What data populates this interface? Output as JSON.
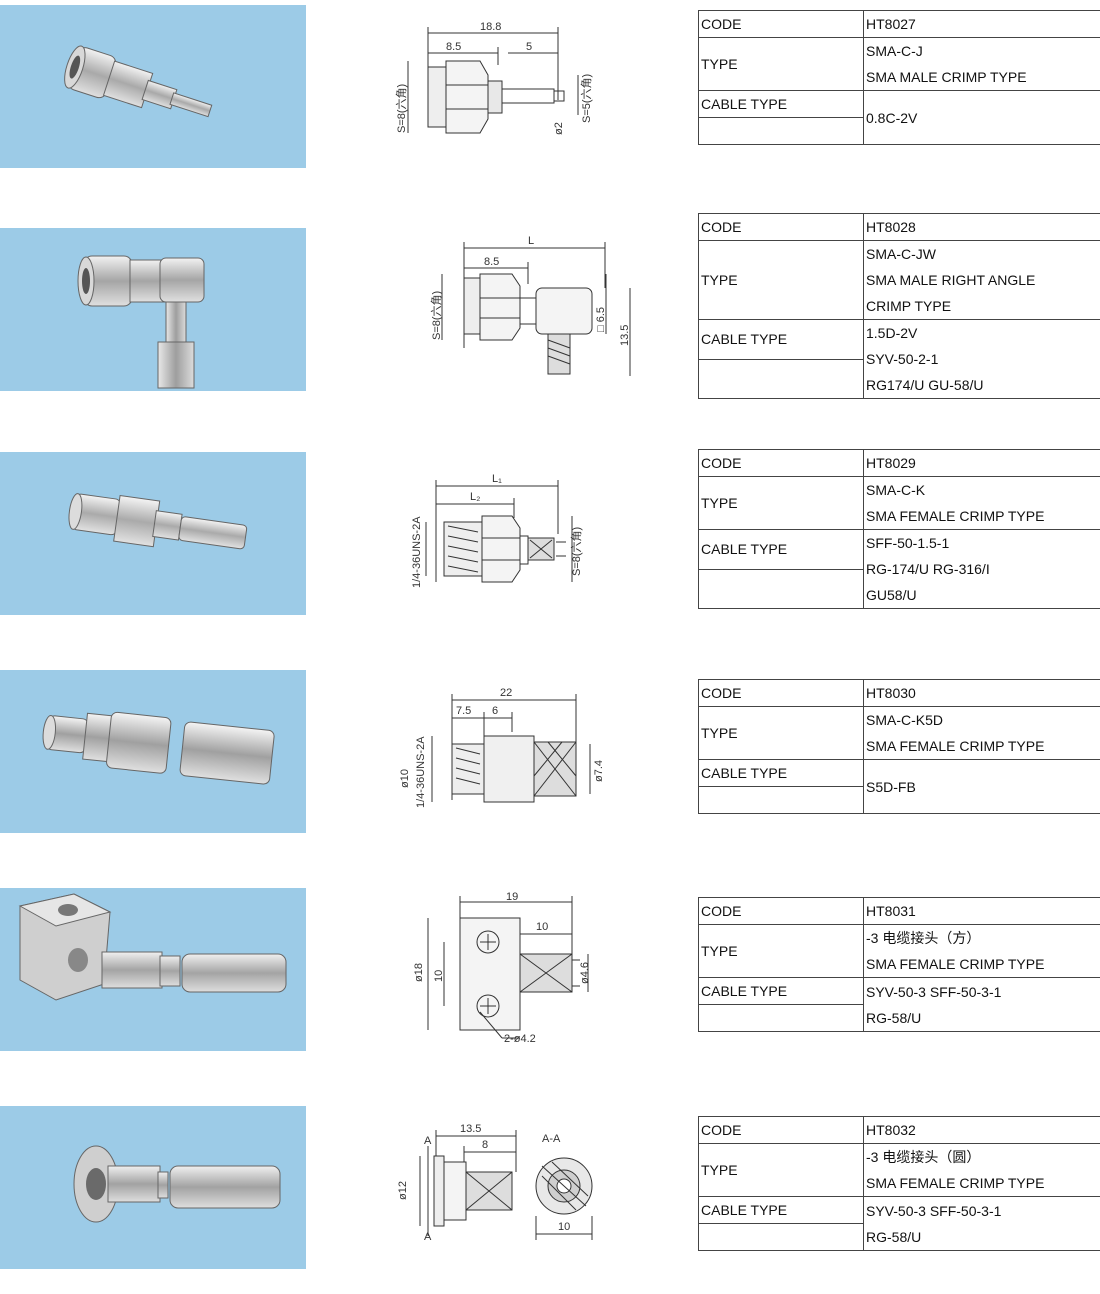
{
  "labels": {
    "code": "CODE",
    "type": "TYPE",
    "cable_type": "CABLE TYPE"
  },
  "colors": {
    "photo_bg": "#9ccbe7",
    "metal": "#c8c8c8",
    "line": "#333333"
  },
  "products": [
    {
      "code": "HT8027",
      "type": [
        "SMA-C-J",
        "SMA MALE CRIMP TYPE"
      ],
      "cable": [
        "0.8C-2V"
      ],
      "dims": {
        "d1": "18.8",
        "d2": "8.5",
        "d3": "5",
        "d4": "S=8(六角)",
        "d5": "S=5(六角)",
        "d6": "ø2"
      }
    },
    {
      "code": "HT8028",
      "type": [
        "SMA-C-JW",
        "SMA MALE RIGHT ANGLE",
        "CRIMP TYPE"
      ],
      "cable": [
        "1.5D-2V",
        "SYV-50-2-1",
        "RG174/U GU-58/U"
      ],
      "dims": {
        "d1": "L",
        "d2": "8.5",
        "d3": "S=8(六角)",
        "d4": "□ 6.5",
        "d5": "13.5"
      }
    },
    {
      "code": "HT8029",
      "type": [
        "SMA-C-K",
        "SMA FEMALE CRIMP TYPE"
      ],
      "cable": [
        "SFF-50-1.5-1",
        "RG-174/U RG-316/I",
        "GU58/U"
      ],
      "dims": {
        "d1": "L₁",
        "d2": "L₂",
        "d3": "1/4-36UNS-2A",
        "d4": "S=8(六角)"
      }
    },
    {
      "code": "HT8030",
      "type": [
        "SMA-C-K5D",
        "SMA FEMALE CRIMP TYPE"
      ],
      "cable": [
        "S5D-FB"
      ],
      "dims": {
        "d1": "22",
        "d2": "7.5",
        "d3": "6",
        "d4": "ø10",
        "d5": "1/4-36UNS-2A",
        "d6": "ø7.4"
      }
    },
    {
      "code": "HT8031",
      "type": [
        "-3 电缆接头（方）",
        "SMA FEMALE CRIMP TYPE"
      ],
      "cable": [
        "SYV-50-3 SFF-50-3-1",
        "RG-58/U"
      ],
      "dims": {
        "d1": "19",
        "d2": "10",
        "d3": "ø18",
        "d4": "10",
        "d5": "ø4.6",
        "d6": "2-ø4.2"
      }
    },
    {
      "code": "HT8032",
      "type": [
        "-3 电缆接头（圆）",
        "SMA FEMALE CRIMP TYPE"
      ],
      "cable": [
        "SYV-50-3 SFF-50-3-1",
        "RG-58/U"
      ],
      "dims": {
        "d1": "13.5",
        "d2": "8",
        "d3": "ø12",
        "d4": "A",
        "d5": "A",
        "d6": "A-A",
        "d7": "10"
      }
    }
  ]
}
